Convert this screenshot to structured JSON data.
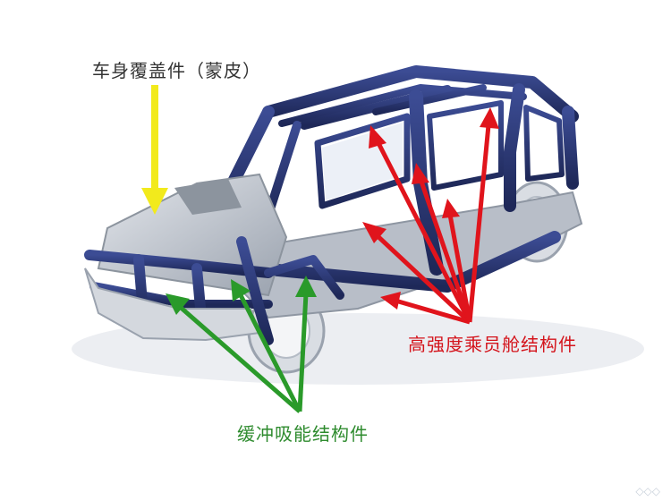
{
  "labels": {
    "body_panels": "车身覆盖件（蒙皮）",
    "cabin_structure": "高强度乘员舱结构件",
    "crumple_structure": "缓冲吸能结构件"
  },
  "colors": {
    "body_arrow": "#f2ea1c",
    "cabin_arrow": "#e0141c",
    "crumple_arrow": "#2a9a2a",
    "frame": "#2c3a7a",
    "frame_dark": "#1c2650",
    "panel": "#c9ced6"
  },
  "icons": {
    "car": "car-body-frame-illustration",
    "watermark": "site-logo-watermark"
  }
}
